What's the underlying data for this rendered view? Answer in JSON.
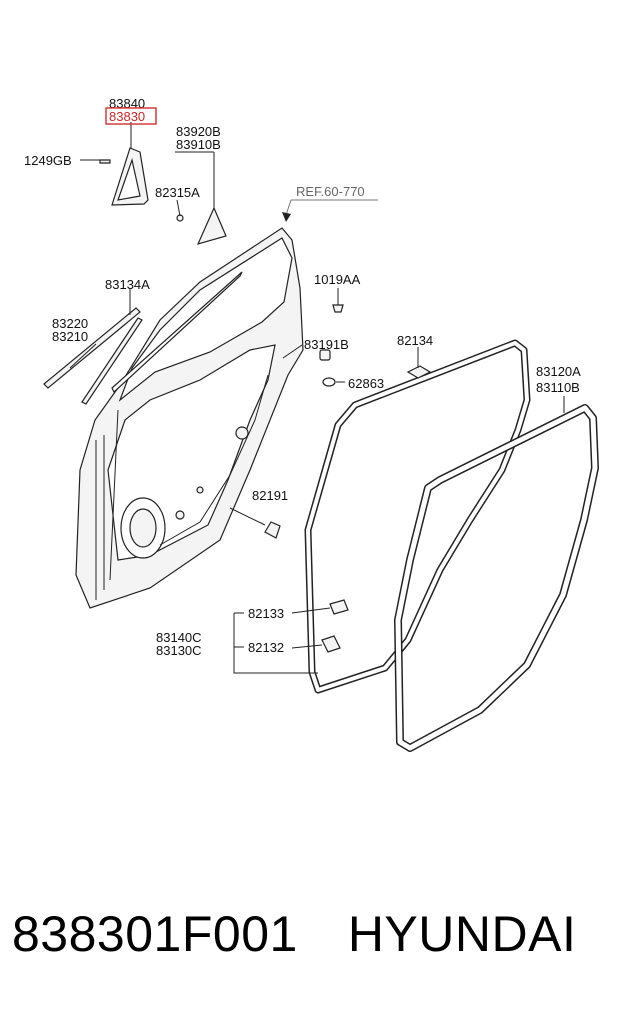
{
  "diagram": {
    "reference_label": "REF.60-770",
    "highlight_color": "#d32f2f",
    "parts": [
      {
        "key": "p83840",
        "number": "83840"
      },
      {
        "key": "p83830",
        "number": "83830",
        "highlighted": true
      },
      {
        "key": "p1249GB",
        "number": "1249GB"
      },
      {
        "key": "p83920B",
        "number": "83920B"
      },
      {
        "key": "p83910B",
        "number": "83910B"
      },
      {
        "key": "p82315A",
        "number": "82315A"
      },
      {
        "key": "p83134A",
        "number": "83134A"
      },
      {
        "key": "p1019AA",
        "number": "1019AA"
      },
      {
        "key": "p83220",
        "number": "83220"
      },
      {
        "key": "p83210",
        "number": "83210"
      },
      {
        "key": "p83191B",
        "number": "83191B"
      },
      {
        "key": "p82134",
        "number": "82134"
      },
      {
        "key": "p62863",
        "number": "62863"
      },
      {
        "key": "p83120A",
        "number": "83120A"
      },
      {
        "key": "p83110B",
        "number": "83110B"
      },
      {
        "key": "p82191",
        "number": "82191"
      },
      {
        "key": "p82133",
        "number": "82133"
      },
      {
        "key": "p83140C",
        "number": "83140C"
      },
      {
        "key": "p83130C",
        "number": "83130C"
      },
      {
        "key": "p82132",
        "number": "82132"
      }
    ]
  },
  "caption": {
    "part_number": "838301F001",
    "brand": "HYUNDAI"
  }
}
